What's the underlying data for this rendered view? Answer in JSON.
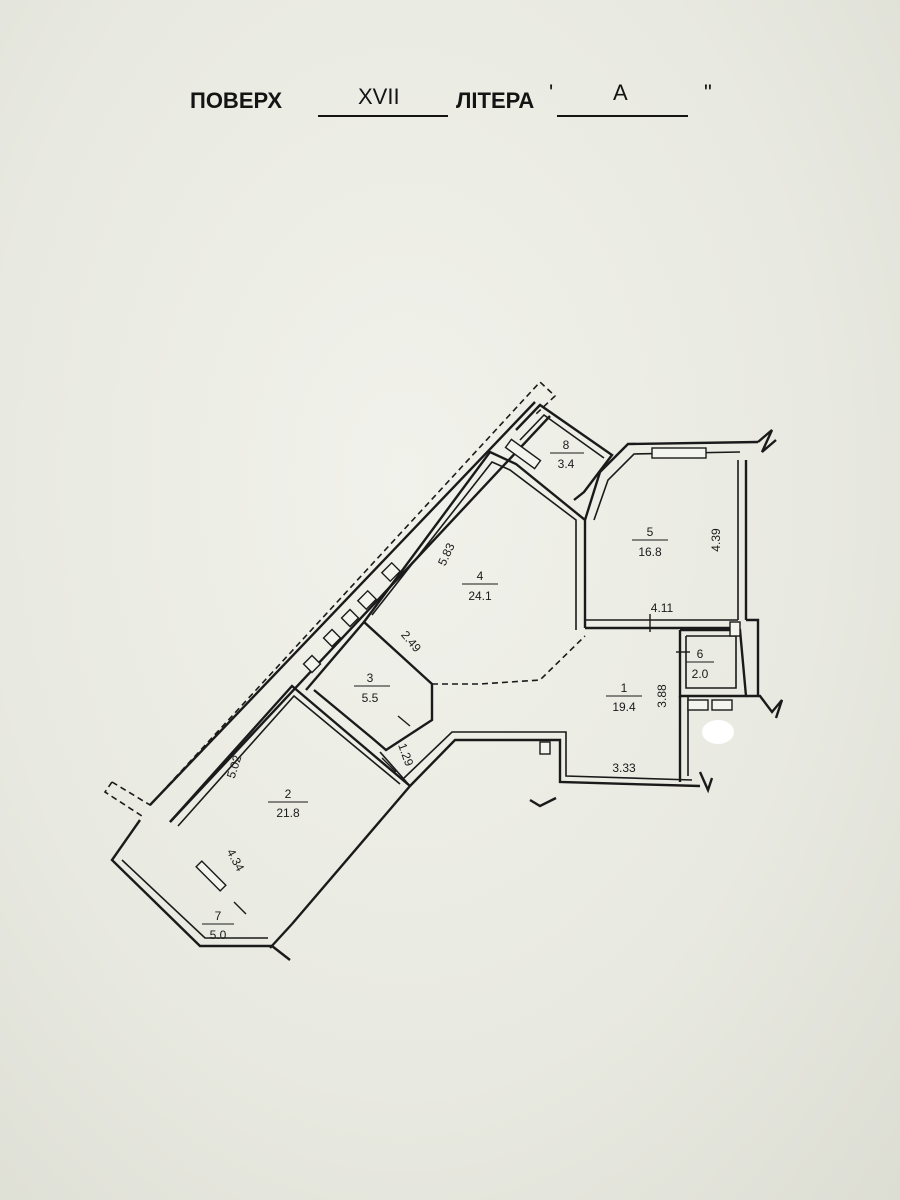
{
  "header": {
    "floor_label": "ПОВЕРХ",
    "floor_value": "XVII",
    "letter_label": "ЛІТЕРА",
    "letter_value": "A",
    "open_quote": "'",
    "close_quote": "\""
  },
  "rooms": [
    {
      "id": "1",
      "number": "1",
      "area": "19.4"
    },
    {
      "id": "2",
      "number": "2",
      "area": "21.8"
    },
    {
      "id": "3",
      "number": "3",
      "area": "5.5"
    },
    {
      "id": "4",
      "number": "4",
      "area": "24.1"
    },
    {
      "id": "5",
      "number": "5",
      "area": "16.8"
    },
    {
      "id": "6",
      "number": "6",
      "area": "2.0"
    },
    {
      "id": "7",
      "number": "7",
      "area": "5.0"
    },
    {
      "id": "8",
      "number": "8",
      "area": "3.4"
    }
  ],
  "dimensions": {
    "room4_side": "5.83",
    "room5_side": "4.39",
    "room5_bottom": "4.11",
    "room3_top": "2.49",
    "room1_side": "3.88",
    "room1_bottom": "3.33",
    "room3_side": "1.29",
    "room2_side": "5.02",
    "room2_bottom": "4.34"
  }
}
